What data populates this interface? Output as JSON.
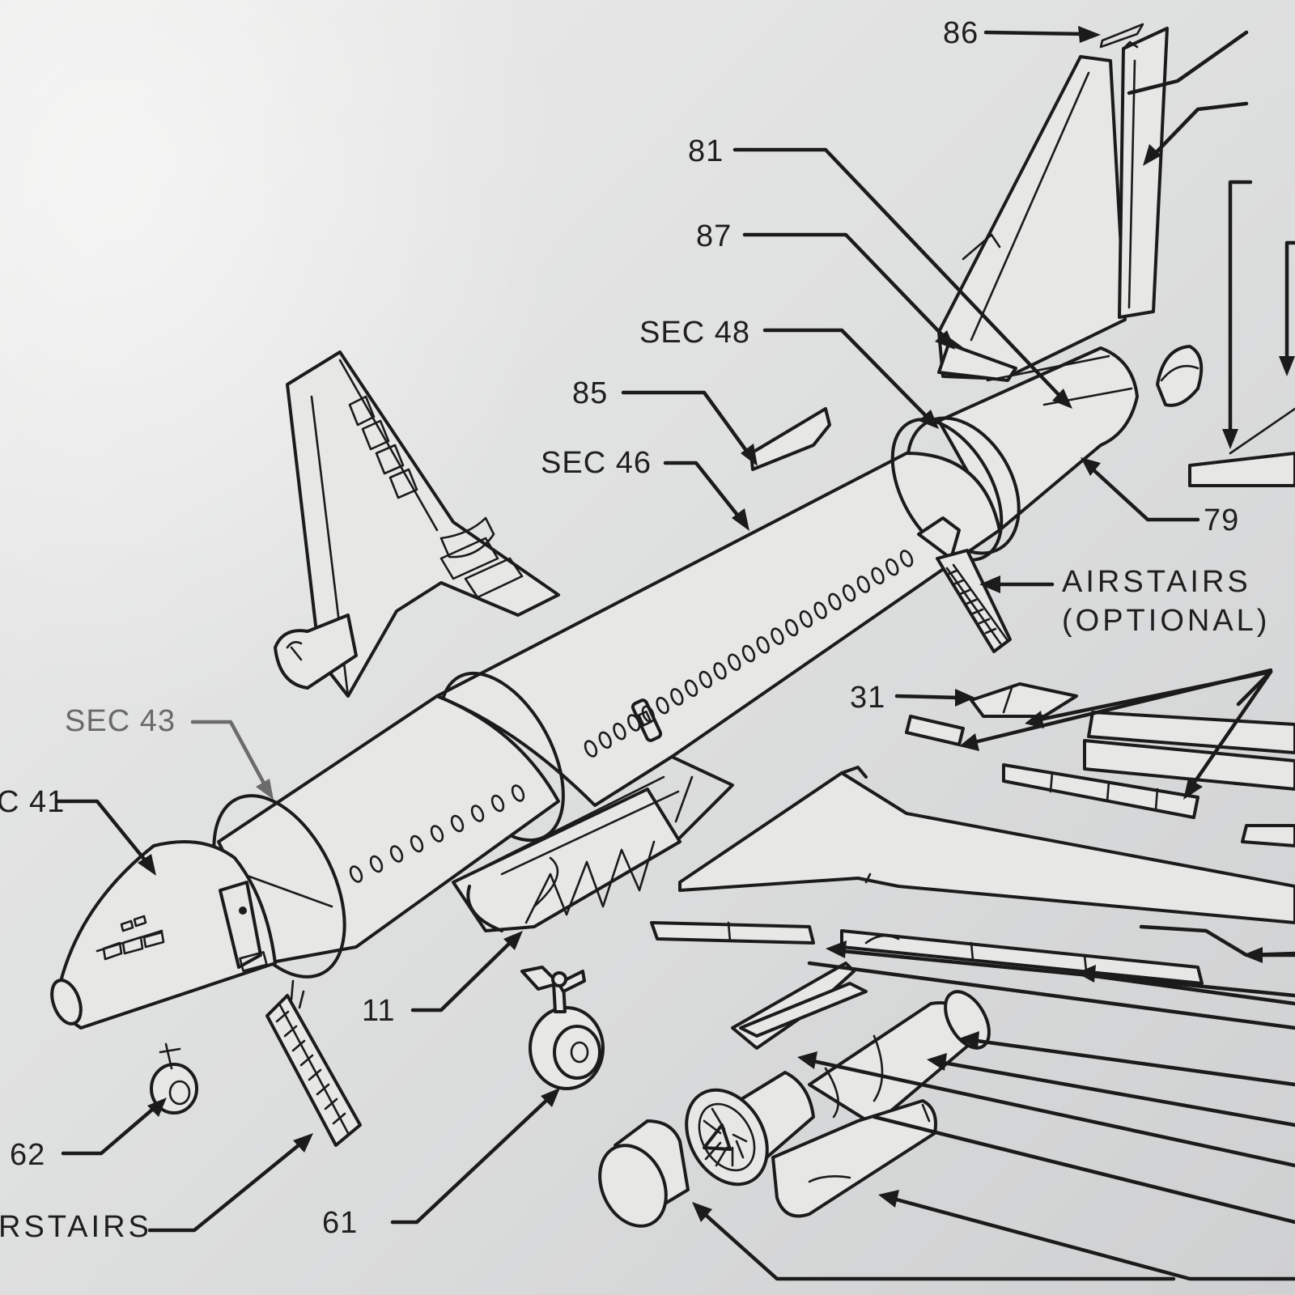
{
  "callouts": {
    "c86": "86",
    "c81": "81",
    "c87": "87",
    "sec48": "SEC 48",
    "c85": "85",
    "sec46": "SEC 46",
    "c79": "79",
    "airstairs_optional_1": "AIRSTAIRS",
    "airstairs_optional_2": "(OPTIONAL)",
    "c31": "31",
    "sec43": "SEC 43",
    "sec41": "C 41",
    "c11": "11",
    "c62": "62",
    "c61": "61",
    "airstairs_fwd": "RSTAIRS"
  },
  "colors": {
    "ink": "#1b1b1b",
    "paper": "#e3e3e2",
    "faded_ink": "#6a6a6a"
  }
}
